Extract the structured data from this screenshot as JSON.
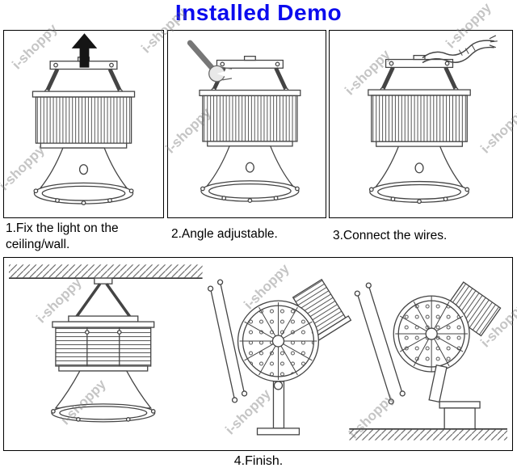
{
  "title": "Installed Demo",
  "watermark": {
    "text": "i-shoppy"
  },
  "steps": [
    {
      "caption": "1.Fix the light on the ceiling/wall."
    },
    {
      "caption": "2.Angle adjustable."
    },
    {
      "caption": "3.Connect the wires."
    },
    {
      "caption": "4.Finish."
    }
  ],
  "colors": {
    "title_blue": "#0b0bee",
    "line_art": "#444444",
    "watermark_gray": "#9a9a9a",
    "arrow_black": "#151515"
  }
}
